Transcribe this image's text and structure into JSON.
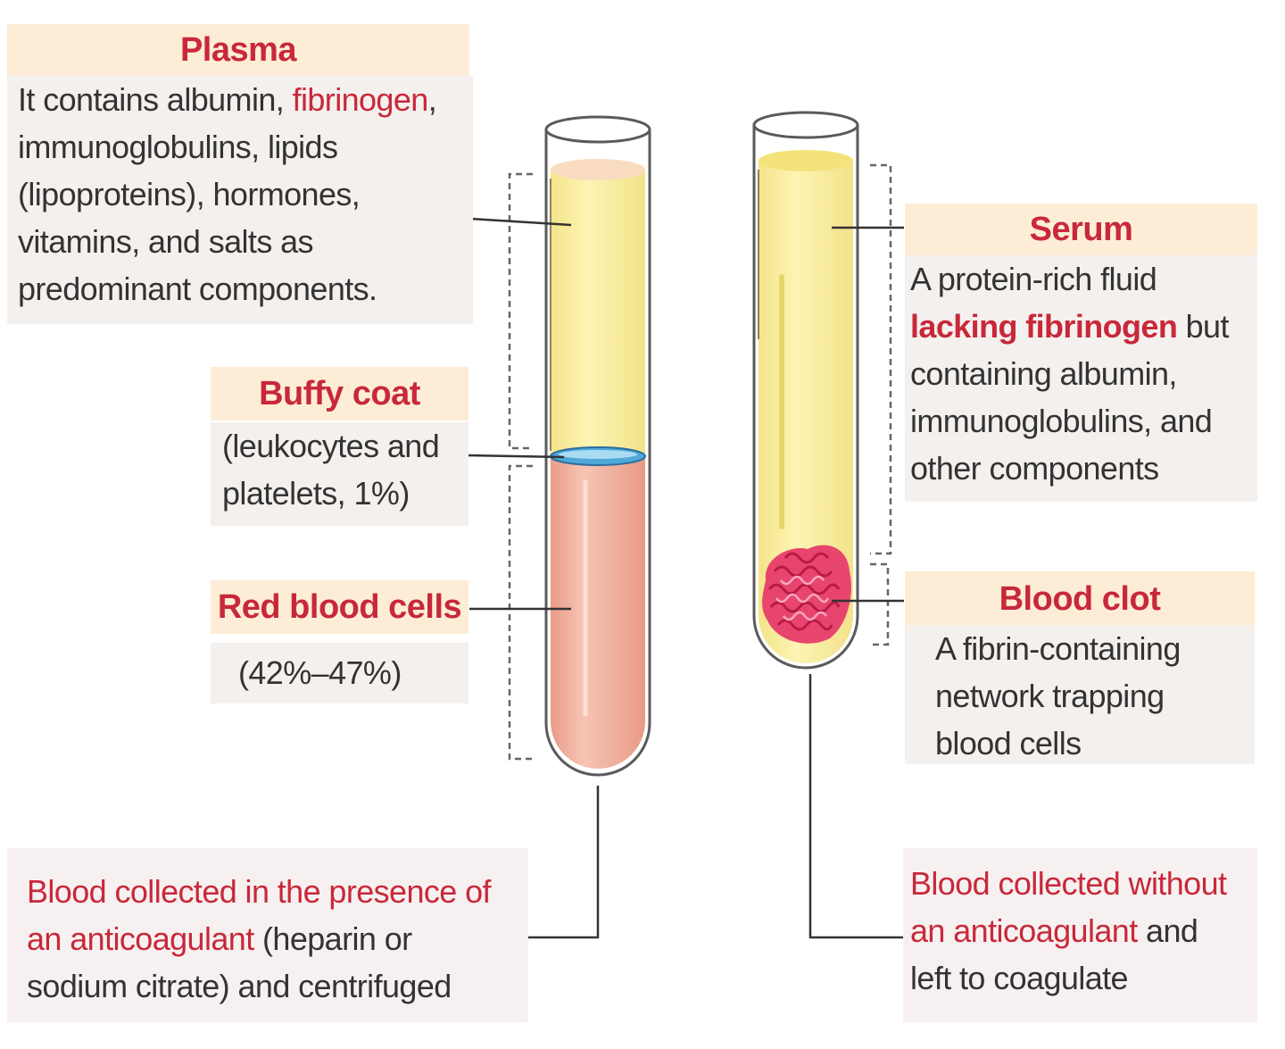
{
  "plasma": {
    "title": "Plasma",
    "line1_a": "It contains albumin, ",
    "line1_b": "fibrinogen",
    "line1_c": ",",
    "line2": "immunoglobulins, lipids",
    "line3": "(lipoproteins), hormones,",
    "line4": "vitamins, and salts as",
    "line5": "predominant components."
  },
  "buffy": {
    "title": "Buffy coat",
    "line1": "(leukocytes and",
    "line2": "platelets, 1%)"
  },
  "rbc": {
    "title": "Red blood cells",
    "value": "(42%–47%)"
  },
  "serum": {
    "title": "Serum",
    "line1": "A protein-rich fluid",
    "line2_a": "lacking fibrinogen",
    "line2_b": " but",
    "line3": "containing albumin,",
    "line4": "immunoglobulins, and",
    "line5": "other components"
  },
  "clot": {
    "title": "Blood clot",
    "line1": "A fibrin-containing",
    "line2": "network trapping",
    "line3": "blood cells"
  },
  "caption_left": {
    "line1": "Blood collected in the presence of",
    "line2_a": "an anticoagulant",
    "line2_b": " (heparin or",
    "line3": "sodium citrate) and centrifuged"
  },
  "caption_right": {
    "line1": "Blood collected without",
    "line2_a": "an anticoagulant",
    "line2_b": " and",
    "line3": "left to coagulate"
  },
  "colors": {
    "header_bg": "#fdedd6",
    "body_bg": "#f4f0ee",
    "accent_red": "#c8283a",
    "plasma_yellow": "#fbf1a8",
    "rbc_pink": "#f3b3a0",
    "buffy_blue": "#4fa8d8",
    "clot_pink": "#e8456e"
  }
}
